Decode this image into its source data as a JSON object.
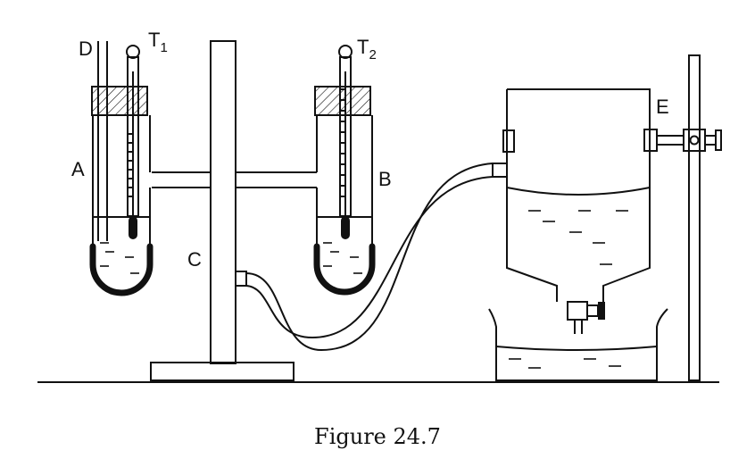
{
  "labels": {
    "D": "D",
    "T1_main": "T",
    "T1_sub": "1",
    "T2_main": "T",
    "T2_sub": "2",
    "A": "A",
    "B": "B",
    "C": "C",
    "E": "E"
  },
  "caption": "Figure 24.7"
}
